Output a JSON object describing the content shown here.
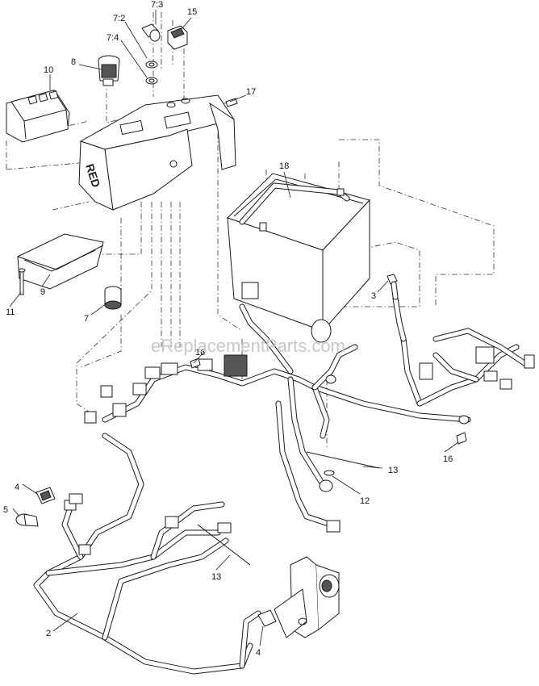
{
  "callouts": {
    "c7_3": "7:3",
    "c15": "15",
    "c7_2": "7:2",
    "c7_4": "7:4",
    "c8": "8",
    "c10": "10",
    "c17": "17",
    "c18": "18",
    "c9": "9",
    "c11": "11",
    "c7": "7",
    "c3": "3",
    "c16_top": "16",
    "c16_right": "16",
    "c13_right": "13",
    "c12": "12",
    "c4_left": "4",
    "c5": "5",
    "c13_bottom": "13",
    "c2": "2",
    "c4_bottom": "4"
  },
  "console_brand": "RED",
  "watermark": "eReplacementParts.com"
}
